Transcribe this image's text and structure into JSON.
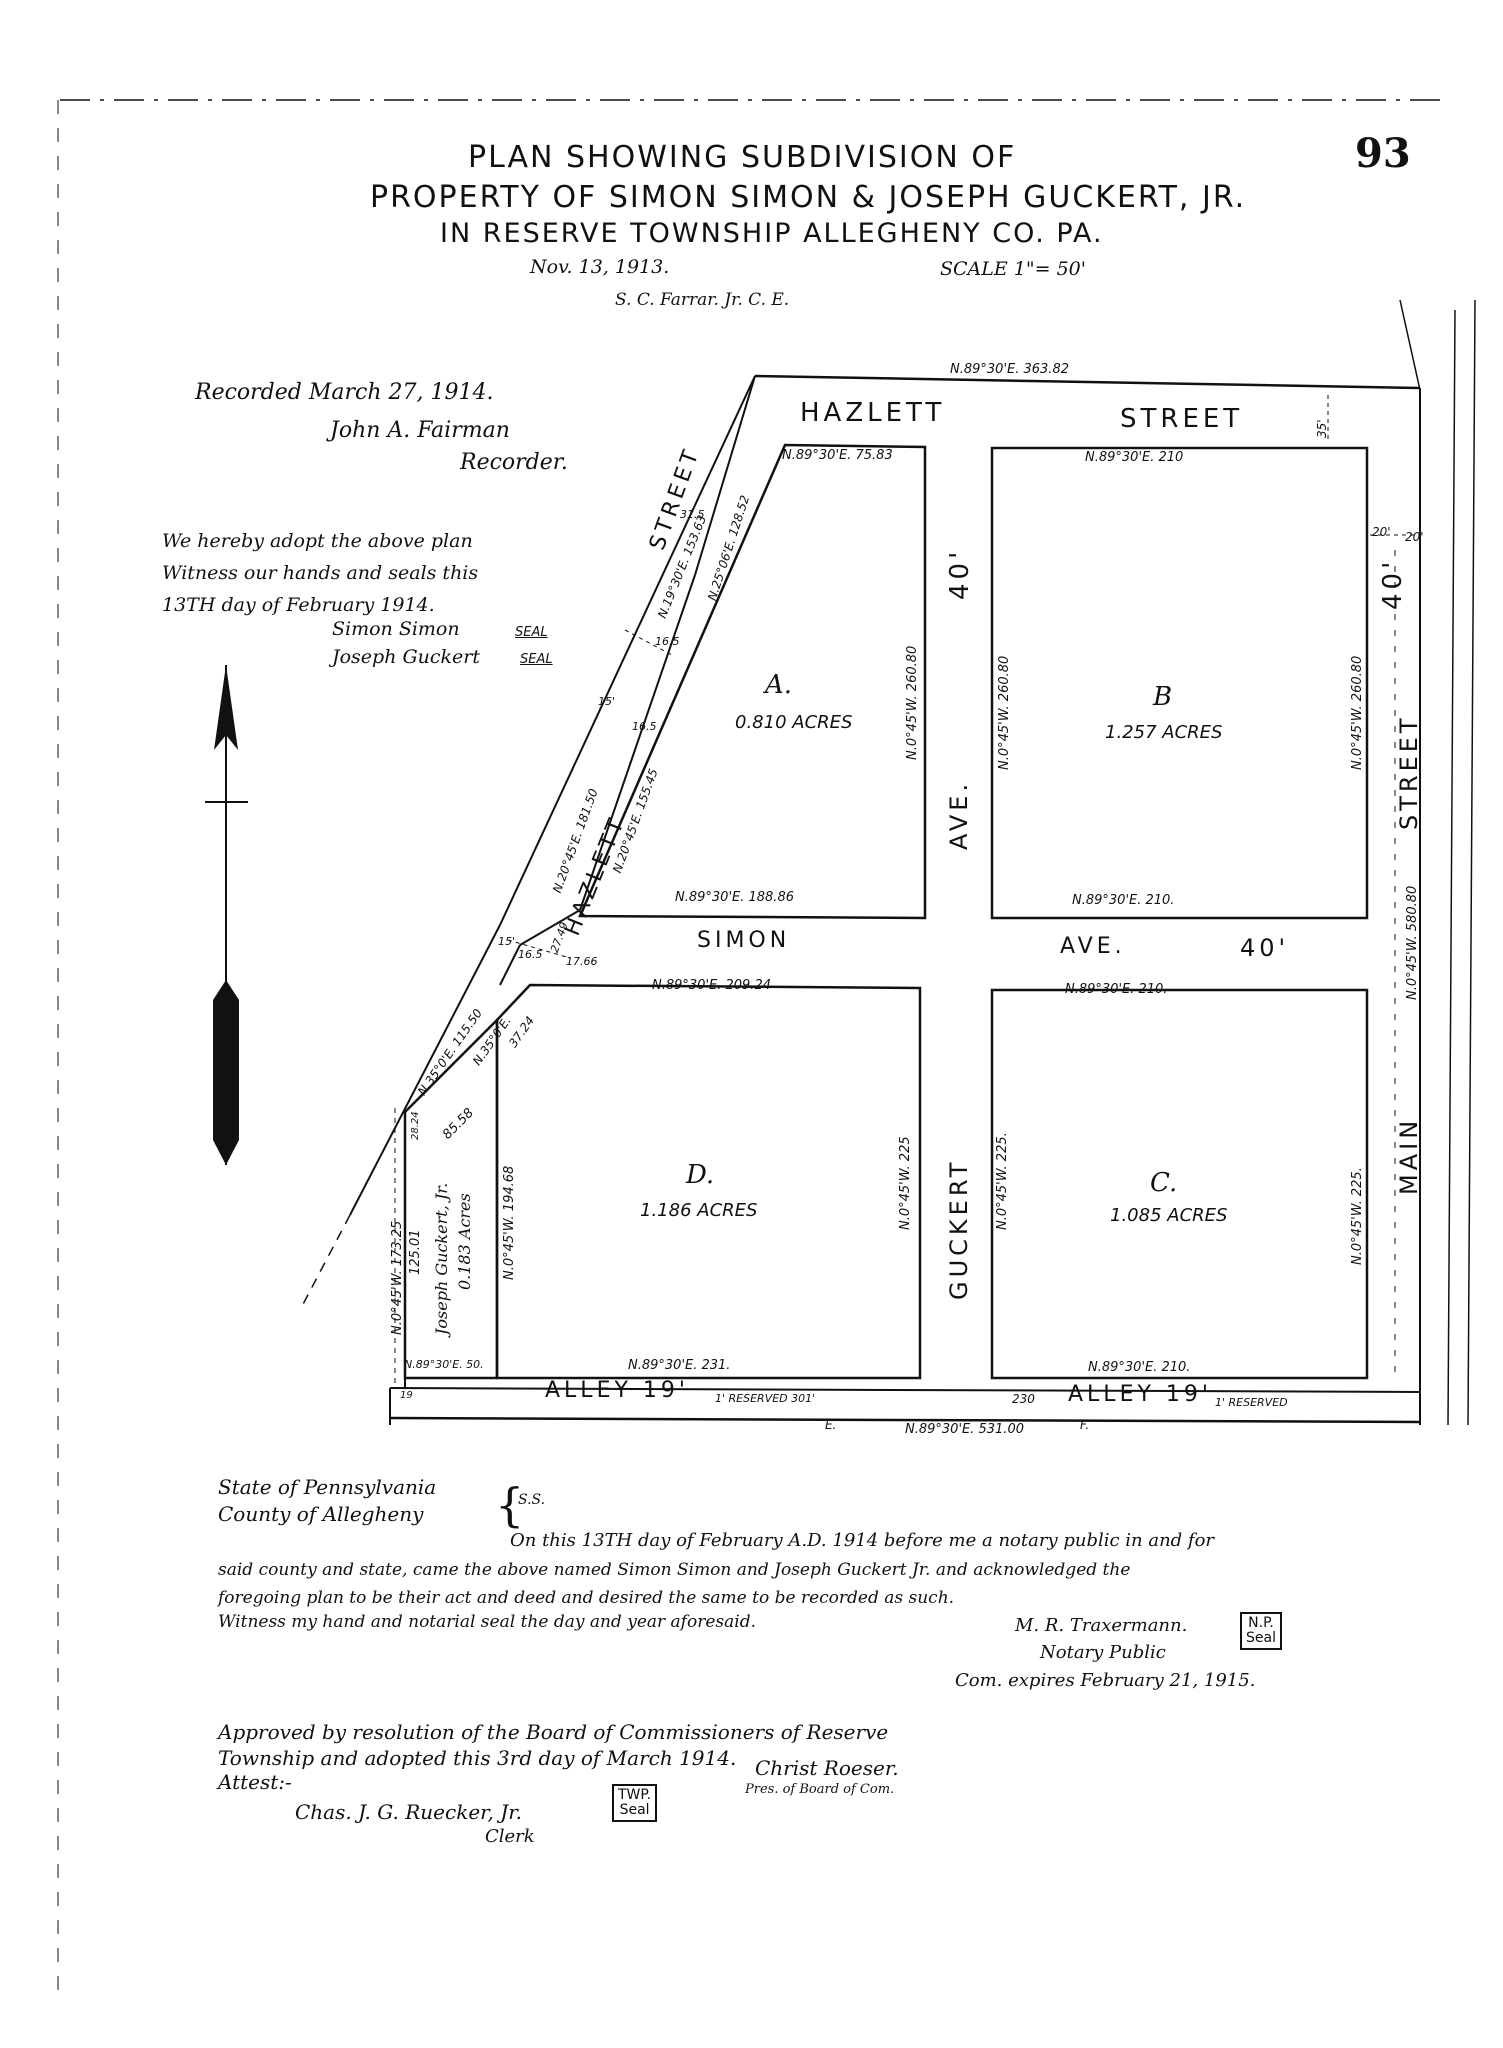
{
  "header": {
    "title_line1": "PLAN SHOWING SUBDIVISION OF",
    "title_line2": "PROPERTY OF SIMON SIMON & JOSEPH GUCKERT, JR.",
    "title_line3": "IN RESERVE TOWNSHIP ALLEGHENY CO. PA.",
    "date": "Nov. 13, 1913.",
    "scale": "SCALE 1\"= 50'",
    "engineer": "S. C. Farrar. Jr. C. E.",
    "page_number": "93"
  },
  "recorded": {
    "line1": "Recorded March 27, 1914.",
    "line2": "John A. Fairman",
    "line3": "Recorder."
  },
  "adoption": {
    "line1": "We hereby adopt the above plan",
    "line2": "Witness our hands and seals this",
    "line3": "13TH day of February 1914.",
    "signer1": "Simon Simon",
    "signer2": "Joseph Guckert",
    "seal_word": "SEAL"
  },
  "streets": {
    "hazlett_top_a": "HAZLETT",
    "hazlett_top_b": "STREET",
    "hazlett_diag_street": "STREET",
    "hazlett_diag_name": "HAZLETT",
    "simon_a": "SIMON",
    "simon_b": "AVE.",
    "simon_width": "40'",
    "simon_vert_ave": "AVE.",
    "simon_vert_width": "40'",
    "guckert": "GUCKERT",
    "guckert_ave": "AVE.",
    "main": "MAIN",
    "main_street": "STREET",
    "main_width": "40'",
    "alley_a": "ALLEY 19'",
    "alley_b": "ALLEY 19'"
  },
  "lots": [
    {
      "letter": "A.",
      "acres": "0.810 ACRES"
    },
    {
      "letter": "B",
      "acres": "1.257 ACRES"
    },
    {
      "letter": "C.",
      "acres": "1.085 ACRES"
    },
    {
      "letter": "D.",
      "acres": "1.186 ACRES"
    }
  ],
  "small_lot": {
    "owner": "Joseph Guckert, Jr.",
    "acres": "0.183 Acres"
  },
  "dimensions": {
    "top_outer": "N.89°30'E. 363.82",
    "a_top": "N.89°30'E. 75.83",
    "b_top": "N.89°30'E. 210",
    "a_bottom": "N.89°30'E. 188.86",
    "b_bottom": "N.89°30'E. 210.",
    "d_top": "N.89°30'E. 209.24",
    "c_top": "N.89°30'E. 210.",
    "d_bottom": "N.89°30'E. 231.",
    "c_bottom": "N.89°30'E. 210.",
    "small_bottom": "N.89°30'E. 50.",
    "outer_bottom": "N.89°30'E. 531.00",
    "a_right": "N.0°45'W. 260.80",
    "b_left": "N.0°45'W. 260.80",
    "b_right": "N.0°45'W. 260.80",
    "main_outer": "N.0°45'W. 580.80",
    "d_right": "N.0°45'W. 225",
    "c_left": "N.0°45'W. 225.",
    "c_right": "N.0°45'W. 225.",
    "d_left": "N.0°45'W. 194.68",
    "small_outer": "N.0°45'W. 173.25",
    "small_inner": "125.01",
    "small_top": "28.24",
    "small_corner": "85.58",
    "diag1": "N.19°30'E. 153.63",
    "diag2": "N.25°06'E. 128.52",
    "diag3": "N.20°45'E. 181.50",
    "diag4": "N.20°45'E. 155.45",
    "diag5": "N.35°0'E. 115.50",
    "diag6": "N.35°0'E.",
    "diag6b": "37.24",
    "w_31_5": "31.5",
    "w_16_5a": "16.5",
    "w_15a": "15'",
    "w_16_5b": "16.5",
    "w_15b": "15'",
    "w_16_5c": "16.5",
    "w_27_49": "27.49",
    "w_17_66": "17.66",
    "w_35": "35'",
    "w_20a": "20'",
    "w_20b": "20'",
    "w_19": "19",
    "reserved_301": "1' RESERVED 301'",
    "reserved_e": "1' RESERVED",
    "num_230": "230",
    "pt_e": "E.",
    "pt_f": "F."
  },
  "notary": {
    "state": "State of Pennsylvania",
    "county": "County of Allegheny",
    "ss": "S.S.",
    "text1": "On this 13TH day of February A.D. 1914 before me a notary public in and for",
    "text2": "said county and state, came the above named Simon Simon and Joseph Guckert Jr. and acknowledged the",
    "text3": "foregoing plan to be their act and deed and desired the same to be recorded as such.",
    "text4": "Witness my hand and notarial seal the day and year aforesaid.",
    "name": "M. R. Traxermann.",
    "title": "Notary Public",
    "expires": "Com. expires February 21, 1915.",
    "seal_l1": "N.P.",
    "seal_l2": "Seal"
  },
  "approval": {
    "line1": "Approved by resolution of the Board of Commissioners of Reserve",
    "line2": "Township and adopted this 3rd day of March 1914.",
    "attest": "Attest:-",
    "clerk_name": "Chas. J. G. Ruecker, Jr.",
    "clerk_title": "Clerk",
    "pres_name": "Christ Roeser.",
    "pres_title": "Pres. of Board of Com.",
    "seal_l1": "TWP.",
    "seal_l2": "Seal"
  }
}
